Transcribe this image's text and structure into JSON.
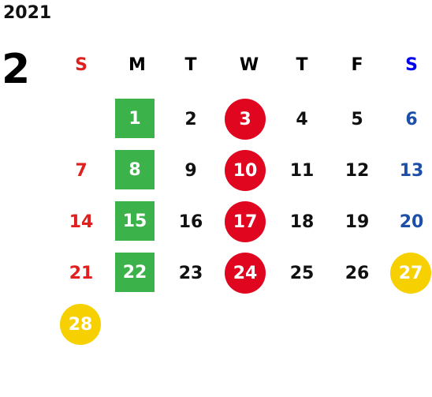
{
  "year": "2021",
  "month": "2",
  "weekdays": [
    "S",
    "M",
    "T",
    "W",
    "T",
    "F",
    "S"
  ],
  "weeks": [
    [
      "",
      "1",
      "2",
      "3",
      "4",
      "5",
      "6"
    ],
    [
      "7",
      "8",
      "9",
      "10",
      "11",
      "12",
      "13"
    ],
    [
      "14",
      "15",
      "16",
      "17",
      "18",
      "19",
      "20"
    ],
    [
      "21",
      "22",
      "23",
      "24",
      "25",
      "26",
      "27"
    ],
    [
      "28",
      "",
      "",
      "",
      "",
      "",
      ""
    ]
  ],
  "colors": {
    "sunday_text": "#e0201f",
    "saturday_header": "#0000ee",
    "saturday_text": "#1d4fa8",
    "green_highlight": "#3cb34a",
    "red_highlight": "#e0061f",
    "yellow_highlight": "#f6d000"
  },
  "highlights": {
    "green": [
      "1",
      "8",
      "15",
      "22"
    ],
    "red": [
      "3",
      "10",
      "17",
      "24"
    ],
    "yellow": [
      "27",
      "28"
    ]
  }
}
